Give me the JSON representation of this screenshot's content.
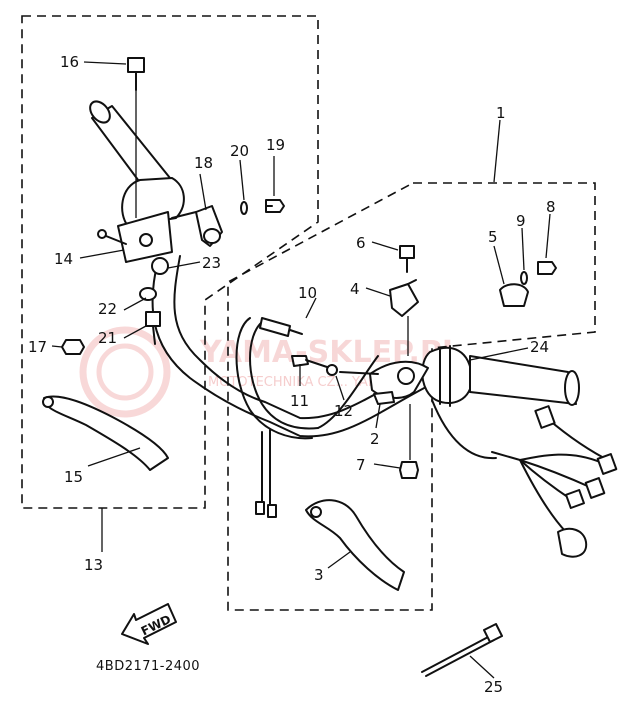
{
  "diagram": {
    "part_code": "4BD2171-2400",
    "fwd_label": "FWD",
    "watermark": {
      "brand": "YAMA-SKLEP.PL",
      "tagline": "MOTOTECHNIKA CZ... YAMAHA"
    },
    "callouts": [
      {
        "id": "c1",
        "label": "1"
      },
      {
        "id": "c2",
        "label": "2"
      },
      {
        "id": "c3",
        "label": "3"
      },
      {
        "id": "c4",
        "label": "4"
      },
      {
        "id": "c5",
        "label": "5"
      },
      {
        "id": "c6",
        "label": "6"
      },
      {
        "id": "c7",
        "label": "7"
      },
      {
        "id": "c8",
        "label": "8"
      },
      {
        "id": "c9",
        "label": "9"
      },
      {
        "id": "c10",
        "label": "10"
      },
      {
        "id": "c11",
        "label": "11"
      },
      {
        "id": "c12",
        "label": "12"
      },
      {
        "id": "c13",
        "label": "13"
      },
      {
        "id": "c14",
        "label": "14"
      },
      {
        "id": "c15",
        "label": "15"
      },
      {
        "id": "c16",
        "label": "16"
      },
      {
        "id": "c17",
        "label": "17"
      },
      {
        "id": "c18",
        "label": "18"
      },
      {
        "id": "c19",
        "label": "19"
      },
      {
        "id": "c20",
        "label": "20"
      },
      {
        "id": "c21",
        "label": "21"
      },
      {
        "id": "c22",
        "label": "22"
      },
      {
        "id": "c23",
        "label": "23"
      },
      {
        "id": "c24",
        "label": "24"
      },
      {
        "id": "c25",
        "label": "25"
      }
    ]
  }
}
